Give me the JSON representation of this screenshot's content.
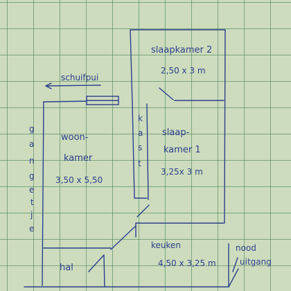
{
  "rooms": {
    "slaapkamer2": {
      "line1": "slaapkamer 2",
      "dims": "2,50 x 3 m"
    },
    "woonkamer": {
      "line1": "woon-",
      "line2": "kamer",
      "dims": "3,50 x 5,50"
    },
    "slaapkamer1": {
      "line1": "slaap-",
      "line2": "kamer 1",
      "dims": "3,25x 3 m"
    },
    "keuken": {
      "line1": "keuken",
      "dims": "4,50 x 3,25 m"
    },
    "hal": {
      "line1": "hal"
    }
  },
  "labels": {
    "schuifpui": "schuifpui",
    "kast": [
      "k",
      "a",
      "s",
      "t"
    ],
    "gangetje": [
      "g",
      "a",
      "n",
      "g",
      "e",
      "t",
      "j",
      "e"
    ],
    "nooduitgang_line1": "nood",
    "nooduitgang_line2": "uitgang"
  },
  "colors": {
    "ink": "#2c3f8c",
    "paper": "#cddcbd",
    "grid": "#3c7850"
  }
}
